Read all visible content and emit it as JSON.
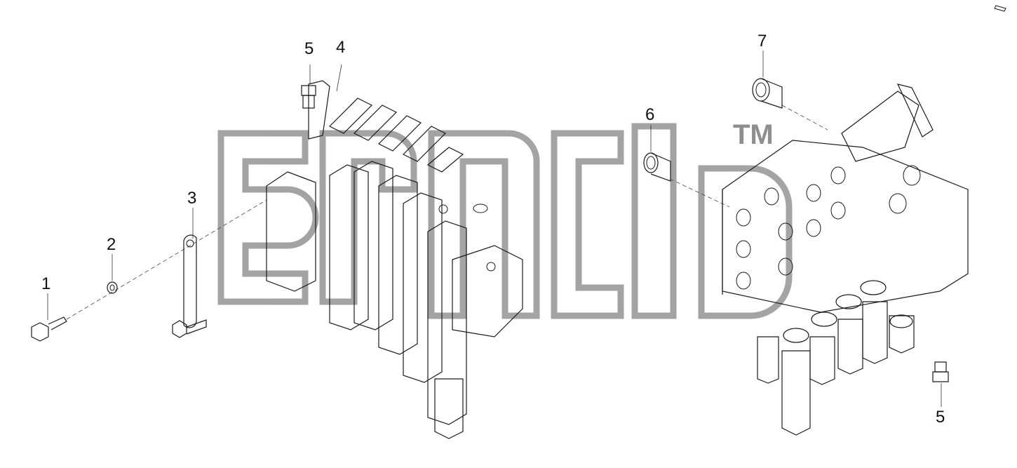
{
  "callouts": [
    {
      "id": "c1",
      "label": "1"
    },
    {
      "id": "c2",
      "label": "2"
    },
    {
      "id": "c3",
      "label": "3"
    },
    {
      "id": "c4",
      "label": "4"
    },
    {
      "id": "c5a",
      "label": "5"
    },
    {
      "id": "c5b",
      "label": "5"
    },
    {
      "id": "c6",
      "label": "6"
    },
    {
      "id": "c7",
      "label": "7"
    }
  ],
  "watermark": {
    "trademark": "TM"
  }
}
